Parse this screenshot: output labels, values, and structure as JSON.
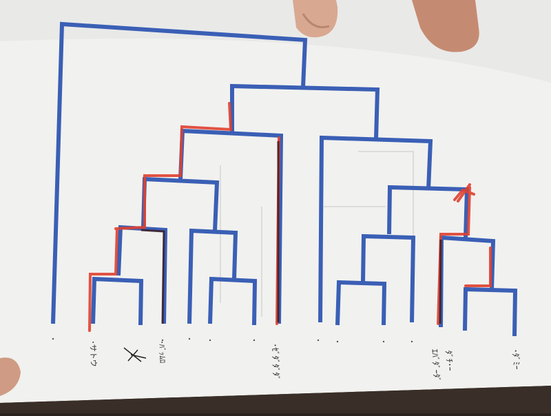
{
  "photo": {
    "colors": {
      "background": "#2b2420",
      "paper": "#f1f1ef",
      "tree_lines": "#3a5fb5",
      "highlight": "#e0402f",
      "ink": "#2a1a1a"
    },
    "leaf_labels": [
      {
        "id": "leaf-1",
        "text": "･サトウ"
      },
      {
        "id": "leaf-3",
        "text": "･ﾊﾞｯﾑﾛ"
      },
      {
        "id": "leaf-7",
        "text": "･ｾﾞﾀﾞﾀﾞﾀﾞ"
      },
      {
        "id": "leaf-14",
        "text": "ﾀﾞﾁ･ｰ"
      },
      {
        "id": "leaf-13",
        "text": "ｴﾊﾞﾀﾞｰﾀﾞ"
      },
      {
        "id": "leaf-16",
        "text": "･ﾀﾞﾐｰ"
      }
    ]
  }
}
